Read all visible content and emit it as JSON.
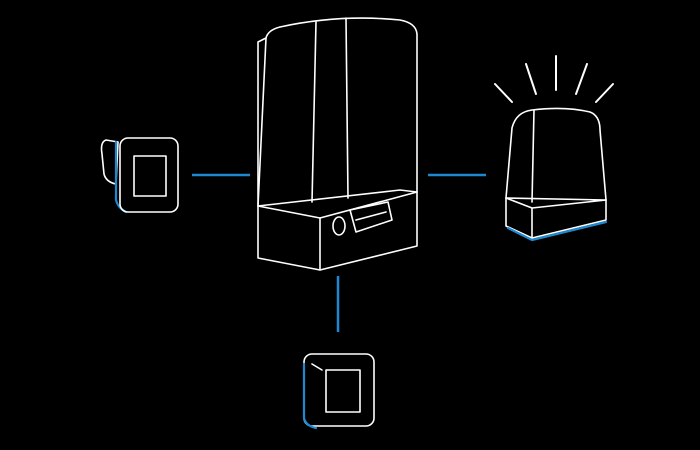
{
  "colors": {
    "background": "#000000",
    "outline": "#ffffff",
    "accent": "#1e88d0"
  },
  "components": [
    {
      "name": "gate-motor-unit",
      "icon": "motor-housing-icon"
    },
    {
      "name": "photocell-left",
      "icon": "photocell-icon"
    },
    {
      "name": "warning-light",
      "icon": "flashing-beacon-icon"
    },
    {
      "name": "photocell-bottom",
      "icon": "photocell-icon"
    }
  ],
  "connections": [
    {
      "from": "gate-motor-unit",
      "to": "photocell-left"
    },
    {
      "from": "gate-motor-unit",
      "to": "warning-light"
    },
    {
      "from": "gate-motor-unit",
      "to": "photocell-bottom"
    }
  ]
}
